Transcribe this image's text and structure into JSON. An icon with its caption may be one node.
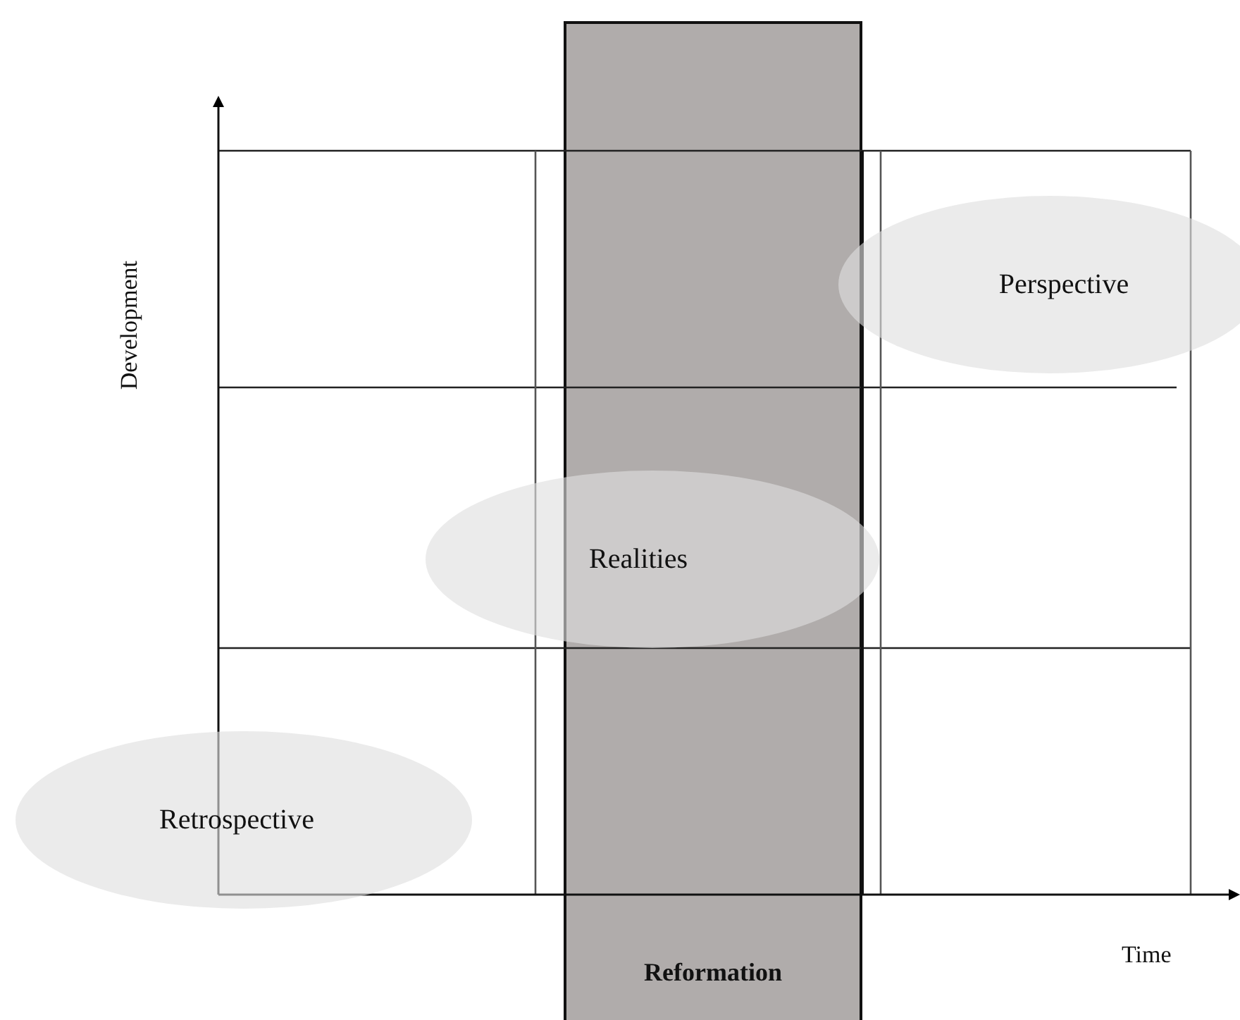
{
  "diagram": {
    "nodes": [
      {
        "text": [
          "Reformation"
        ]
      },
      {
        "text": [
          "Perspective"
        ]
      },
      {
        "text": [
          "Realities"
        ]
      },
      {
        "text": [
          "Retrospective"
        ]
      }
    ],
    "edges": [],
    "labels": [
      "Development",
      "Time"
    ]
  }
}
